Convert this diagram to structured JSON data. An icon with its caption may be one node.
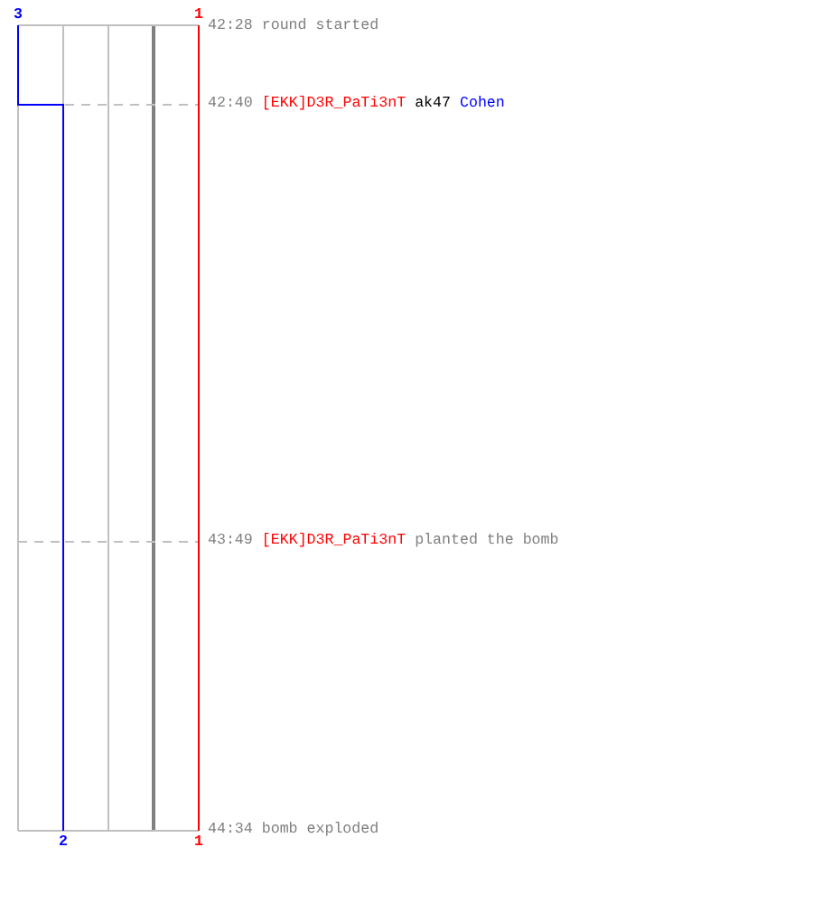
{
  "diagram": {
    "labels": [
      "3",
      "1",
      "42:28 round started",
      "42:40",
      "[EKK]D3R_PaTi3nT",
      "ak47",
      "Cohen",
      "43:49",
      "[EKK]D3R_PaTi3nT",
      "planted the bomb",
      "44:34 bomb exploded",
      "2",
      "1"
    ]
  }
}
